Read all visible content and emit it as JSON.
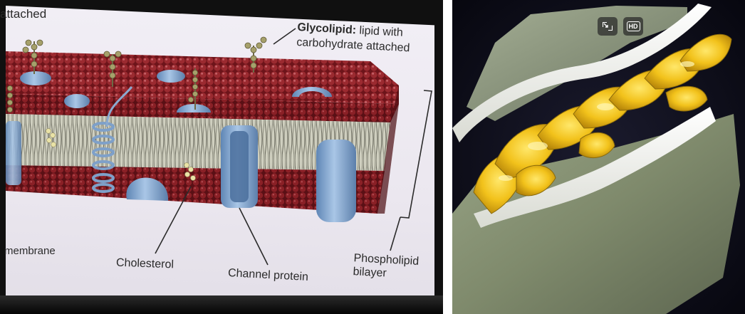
{
  "left_panel": {
    "labels": {
      "attached_top": "attached",
      "glycolipid_term": "Glycolipid:",
      "glycolipid_desc": "lipid with carbohydrate attached",
      "membrane": "membrane",
      "cholesterol": "Cholesterol",
      "channel_protein": "Channel protein",
      "phospholipid_bilayer": "Phospholipid bilayer"
    },
    "colors": {
      "lipid_head": "#8a1e24",
      "protein": "#8fb3d9",
      "carbohydrate": "#b0a86a"
    }
  },
  "right_panel": {
    "video_controls": {
      "minimize_icon": "picture-in-picture-exit-icon",
      "hd_label": "HD"
    },
    "colors": {
      "gold": "#f2c21b",
      "quartz": "#f4f3ee",
      "rock": "#8b9779"
    }
  }
}
